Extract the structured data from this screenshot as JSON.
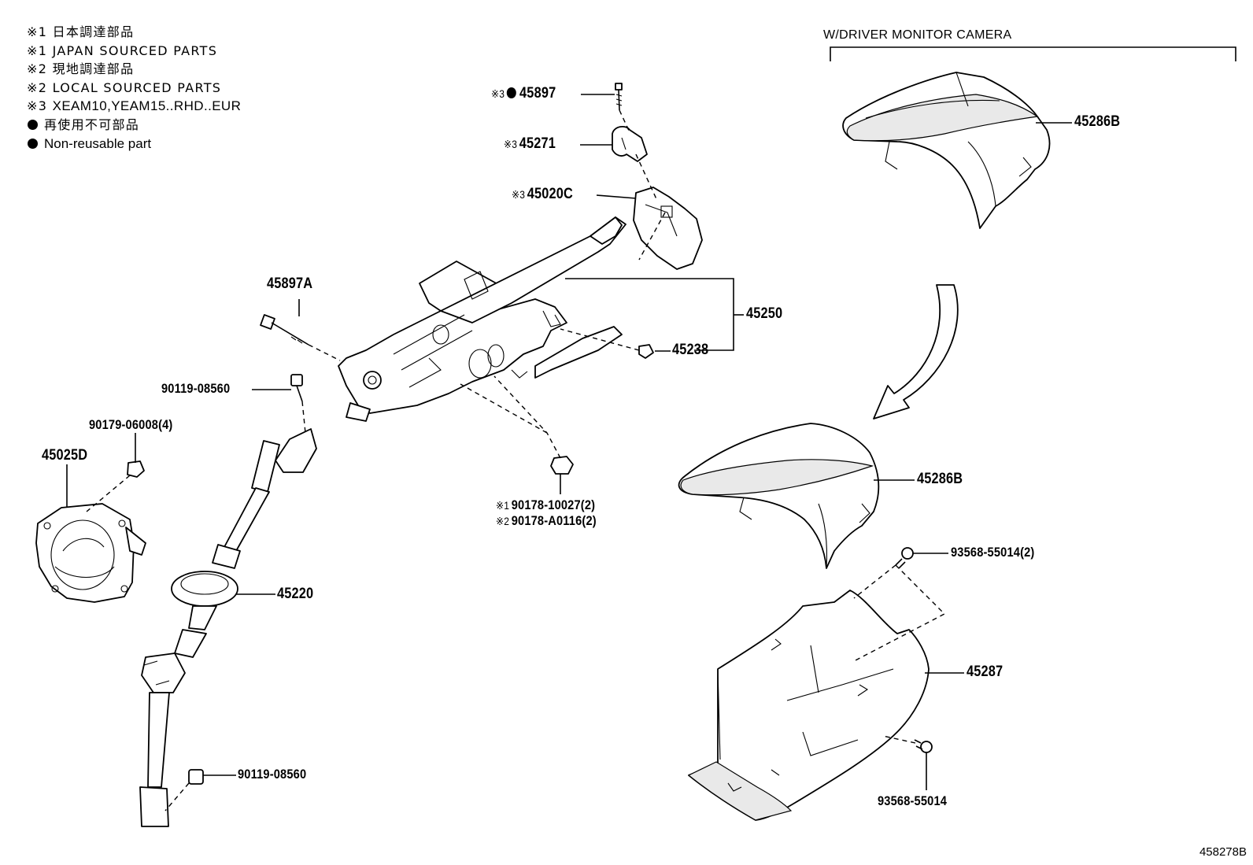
{
  "legend": [
    {
      "mark": "※1",
      "text": "日本調達部品"
    },
    {
      "mark": "※1",
      "text": "JAPAN SOURCED PARTS"
    },
    {
      "mark": "※2",
      "text": "現地調達部品"
    },
    {
      "mark": "※2",
      "text": "LOCAL SOURCED PARTS"
    },
    {
      "mark": "※3",
      "text": "XEAM10,YEAM15..RHD..EUR"
    },
    {
      "mark": "●",
      "text": "再使用不可部品"
    },
    {
      "mark": "●",
      "text": "Non-reusable part"
    }
  ],
  "section_title": "W/DRIVER MONITOR CAMERA",
  "parts": {
    "p45897": {
      "mark": "※3",
      "number": "45897"
    },
    "p45271": {
      "mark": "※3",
      "number": "45271"
    },
    "p45020C": {
      "mark": "※3",
      "number": "45020C"
    },
    "p45897A": {
      "number": "45897A"
    },
    "p45250": {
      "number": "45250"
    },
    "p45238": {
      "number": "45238"
    },
    "p90119_upper": {
      "number": "90119-08560"
    },
    "p90179": {
      "number": "90179-06008(4)"
    },
    "p45025D": {
      "number": "45025D"
    },
    "p90178_1": {
      "mark": "※1",
      "number": "90178-10027(2)"
    },
    "p90178_2": {
      "mark": "※2",
      "number": "90178-A0116(2)"
    },
    "p45220": {
      "number": "45220"
    },
    "p90119_lower": {
      "number": "90119-08560"
    },
    "p45286B_top": {
      "number": "45286B"
    },
    "p45286B_mid": {
      "number": "45286B"
    },
    "p93568_2": {
      "number": "93568-55014(2)"
    },
    "p45287": {
      "number": "45287"
    },
    "p93568": {
      "number": "93568-55014"
    }
  },
  "illustration_code": "458278B"
}
